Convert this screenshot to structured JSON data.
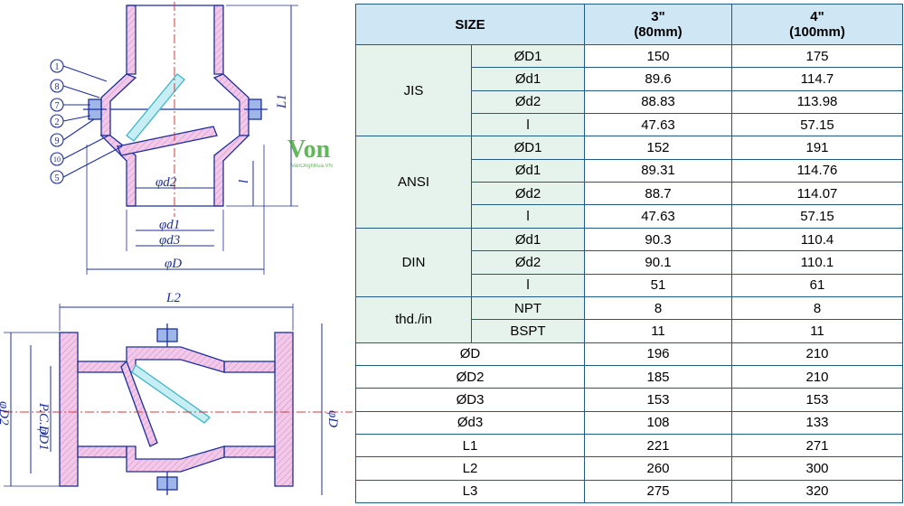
{
  "drawing": {
    "top_view": {
      "callouts": [
        "1",
        "8",
        "7",
        "2",
        "9",
        "10",
        "5"
      ],
      "dims": {
        "d2": "φd2",
        "d1": "φd1",
        "d3": "φd3",
        "D": "φD",
        "L1": "L1",
        "l": "l"
      }
    },
    "side_view": {
      "dims": {
        "L2": "L2",
        "pcd": "P.C.D",
        "D1": "φD1",
        "D2": "φD2",
        "D": "φD"
      }
    }
  },
  "watermark": {
    "brand": "Von",
    "site": "VanOngNhua.VN",
    "color": "#3aa630"
  },
  "table": {
    "header": {
      "size": "SIZE",
      "col1_line1": "3\"",
      "col1_line2": "(80mm)",
      "col2_line1": "4\"",
      "col2_line2": "(100mm)"
    },
    "groups": [
      {
        "name": "JIS",
        "rows": [
          {
            "label": "ØD1",
            "v1": "150",
            "v2": "175"
          },
          {
            "label": "Ød1",
            "v1": "89.6",
            "v2": "114.7"
          },
          {
            "label": "Ød2",
            "v1": "88.83",
            "v2": "113.98"
          },
          {
            "label": "l",
            "v1": "47.63",
            "v2": "57.15"
          }
        ]
      },
      {
        "name": "ANSI",
        "rows": [
          {
            "label": "ØD1",
            "v1": "152",
            "v2": "191"
          },
          {
            "label": "Ød1",
            "v1": "89.31",
            "v2": "114.76"
          },
          {
            "label": "Ød2",
            "v1": "88.7",
            "v2": "114.07"
          },
          {
            "label": "l",
            "v1": "47.63",
            "v2": "57.15"
          }
        ]
      },
      {
        "name": "DIN",
        "rows": [
          {
            "label": "Ød1",
            "v1": "90.3",
            "v2": "110.4"
          },
          {
            "label": "Ød2",
            "v1": "90.1",
            "v2": "110.1"
          },
          {
            "label": "l",
            "v1": "51",
            "v2": "61"
          }
        ]
      },
      {
        "name": "thd./in",
        "rows": [
          {
            "label": "NPT",
            "v1": "8",
            "v2": "8"
          },
          {
            "label": "BSPT",
            "v1": "11",
            "v2": "11"
          }
        ]
      }
    ],
    "single_rows": [
      {
        "label": "ØD",
        "v1": "196",
        "v2": "210"
      },
      {
        "label": "ØD2",
        "v1": "185",
        "v2": "210"
      },
      {
        "label": "ØD3",
        "v1": "153",
        "v2": "153"
      },
      {
        "label": "Ød3",
        "v1": "108",
        "v2": "133"
      },
      {
        "label": "L1",
        "v1": "221",
        "v2": "271"
      },
      {
        "label": "L2",
        "v1": "260",
        "v2": "300"
      },
      {
        "label": "L3",
        "v1": "275",
        "v2": "320"
      }
    ]
  }
}
